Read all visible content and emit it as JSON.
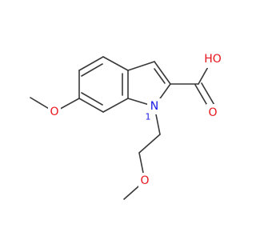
{
  "molecule": {
    "atoms": {
      "o_acid_hydroxyl": {
        "label": "HO",
        "color": "#e8141c"
      },
      "o_acid_carbonyl": {
        "label": "O",
        "color": "#e8141c"
      },
      "o_ring_methoxy": {
        "label": "O",
        "color": "#e8141c"
      },
      "n_indole": {
        "label": "N",
        "color": "#1a1ae6"
      },
      "n_indole_locant": {
        "label": "1",
        "color": "#1a1ae6"
      },
      "o_chain_ether": {
        "label": "O",
        "color": "#e8141c"
      }
    },
    "bond_color": "#383838"
  }
}
